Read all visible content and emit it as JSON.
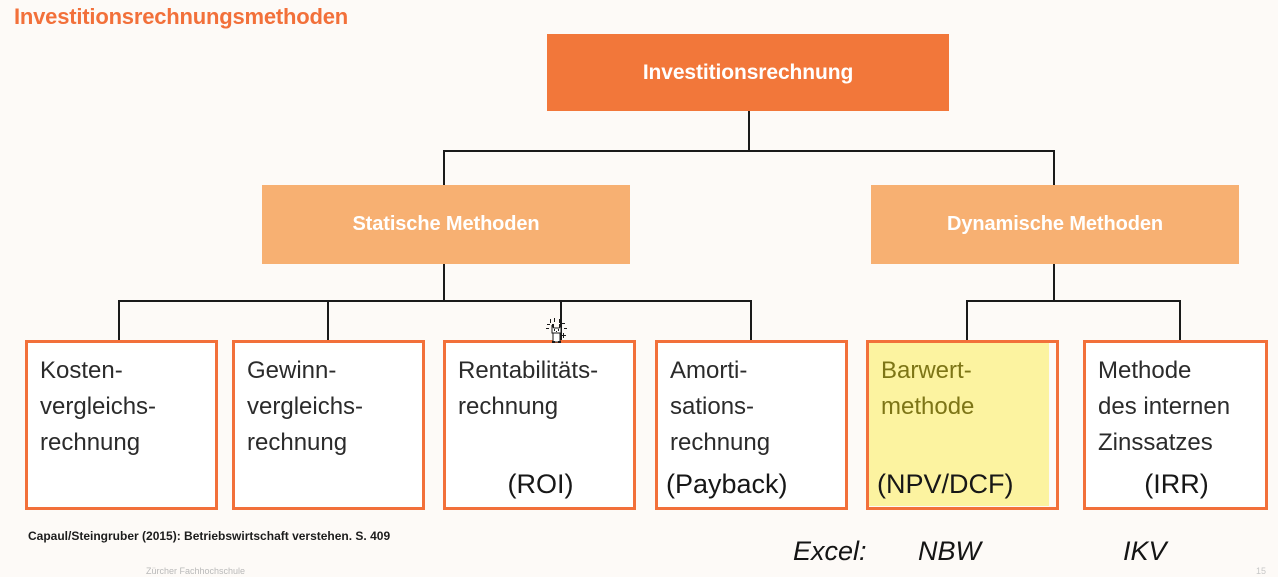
{
  "slide": {
    "title": "Investitionsrechnungsmethoden",
    "background_color": "#fdfaf7",
    "accent_color": "#f2703a",
    "branch_color": "#f7b072",
    "highlight_color": "#fcf3a0"
  },
  "tree": {
    "root": {
      "label": "Investitionsrechnung"
    },
    "branches": [
      {
        "label": "Statische Methoden"
      },
      {
        "label": "Dynamische Methoden"
      }
    ],
    "leaves": [
      {
        "id": "kostenvergleichsrechnung",
        "lines": [
          "Kosten-",
          "vergleichs-",
          "rechnung"
        ],
        "abbr": "",
        "highlighted": "false"
      },
      {
        "id": "gewinnvergleichsrechnung",
        "lines": [
          "Gewinn-",
          "vergleichs-",
          "rechnung"
        ],
        "abbr": "",
        "highlighted": "false"
      },
      {
        "id": "rentabilitaetsrechnung",
        "lines": [
          "Rentabilitäts-",
          "rechnung"
        ],
        "abbr": "(ROI)",
        "highlighted": "false"
      },
      {
        "id": "amortisationsrechnung",
        "lines": [
          "Amorti-",
          "sations-",
          "rechnung"
        ],
        "abbr": "(Payback)",
        "highlighted": "false"
      },
      {
        "id": "barwertmethode",
        "lines": [
          "Barwert-",
          "methode"
        ],
        "abbr": "(NPV/DCF)",
        "highlighted": "true"
      },
      {
        "id": "methode-interner-zinssatz",
        "lines": [
          "Methode",
          "des internen",
          "Zinssatzes"
        ],
        "abbr": "(IRR)",
        "highlighted": "false"
      }
    ]
  },
  "annotations": {
    "excel_label": "Excel:",
    "excel_npv": "NBW",
    "excel_irr": "IKV"
  },
  "footer": {
    "citation": "Capaul/Steingruber (2015): Betriebswirtschaft verstehen. S. 409",
    "school_mark": "Zürcher Fachhochschule",
    "page_number": "15"
  },
  "cursor": {
    "icon": "cat-cursor-pet-icon"
  }
}
